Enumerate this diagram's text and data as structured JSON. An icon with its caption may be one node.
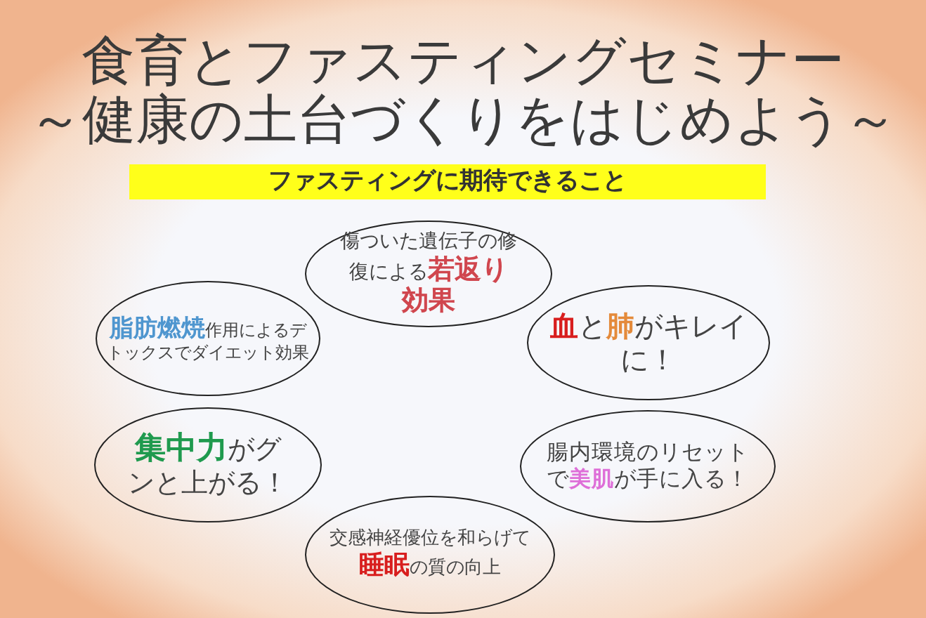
{
  "diagram": {
    "title": "食育とファスティングセミナー",
    "labels": [
      "～健康の土台づくりをはじめよう～"
    ],
    "nodes": [
      {
        "text": [
          "ファスティングに期待できること"
        ]
      },
      {
        "text": [
          "傷ついた遺伝子の修復による**若返り効果**"
        ]
      },
      {
        "text": [
          "**脂肪燃焼**作用によるデトックスでダイエット効果"
        ]
      },
      {
        "text": [
          "**血**と**肺**がキレイに！"
        ]
      },
      {
        "text": [
          "**集中力**がグンと上がる！"
        ]
      },
      {
        "text": [
          "腸内環境のリセットで**美肌**が手に入る！"
        ]
      },
      {
        "text": [
          "交感神経優位を和らげて**睡眠**の質の向上"
        ]
      }
    ],
    "edges": []
  }
}
